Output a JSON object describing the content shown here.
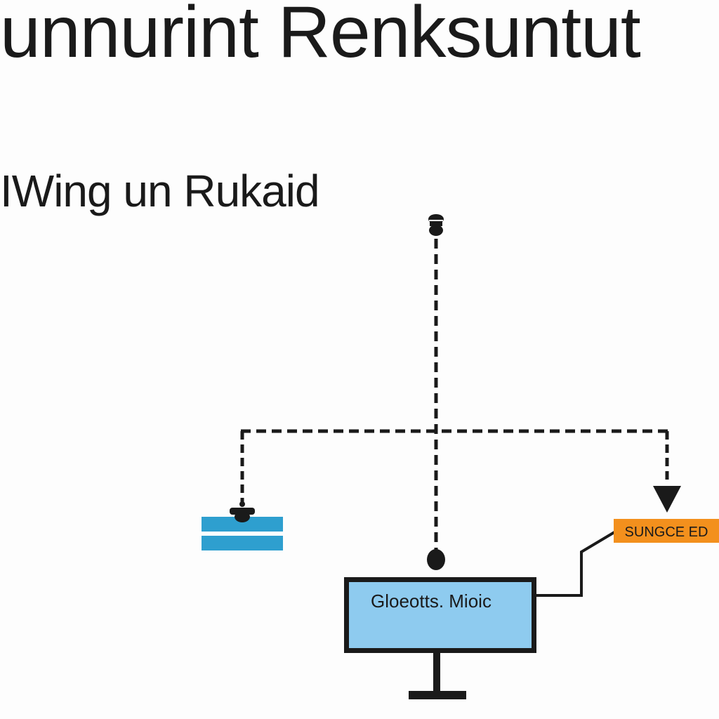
{
  "title": "unnurint Renksuntut",
  "subtitle": "IWing un Rukaid",
  "nodes": {
    "monitor": {
      "label": "Gloeotts. Mioic"
    },
    "orange_box": {
      "label": "SUNGCE ED"
    }
  },
  "colors": {
    "line": "#1a1a1a",
    "monitor_fill": "#8ecbef",
    "blue_block": "#2e9fcf",
    "orange_box": "#f3901d"
  }
}
